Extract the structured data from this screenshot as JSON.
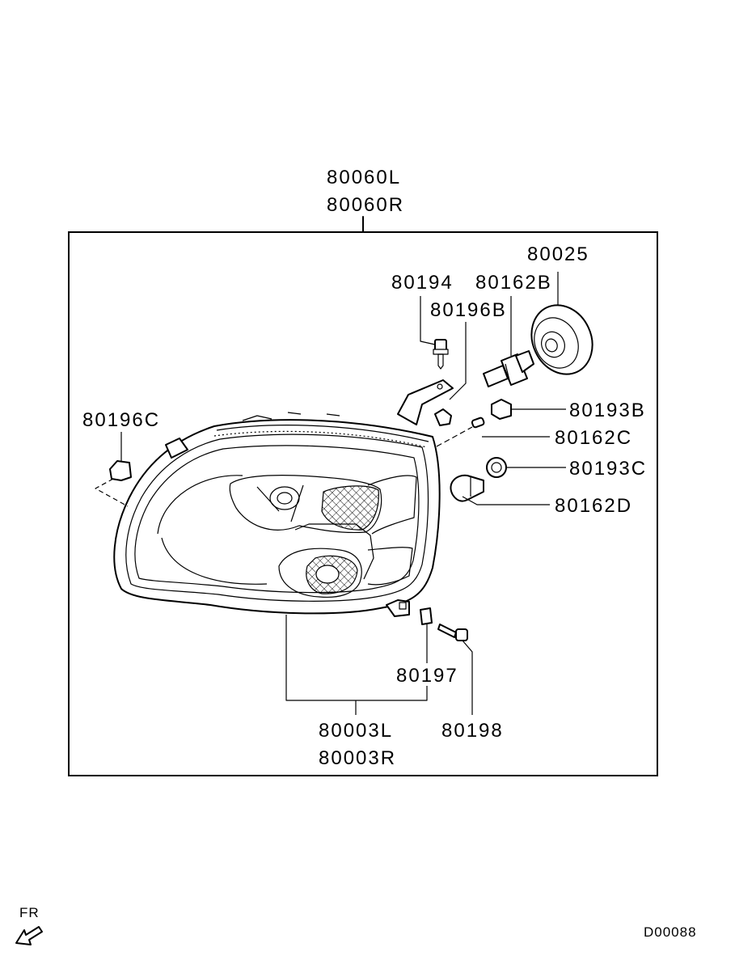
{
  "assembly": {
    "part_left": "80060L",
    "part_right": "80060R"
  },
  "housing": {
    "part_left": "80003L",
    "part_right": "80003R"
  },
  "parts": {
    "p80025": "80025",
    "p80194": "80194",
    "p80162B": "80162B",
    "p80196B": "80196B",
    "p80196C": "80196C",
    "p80193B": "80193B",
    "p80162C": "80162C",
    "p80193C": "80193C",
    "p80162D": "80162D",
    "p80197": "80197",
    "p80198": "80198"
  },
  "orientation": {
    "label": "FR",
    "icon": "front-direction-arrow-icon"
  },
  "diagram_code": "D00088"
}
